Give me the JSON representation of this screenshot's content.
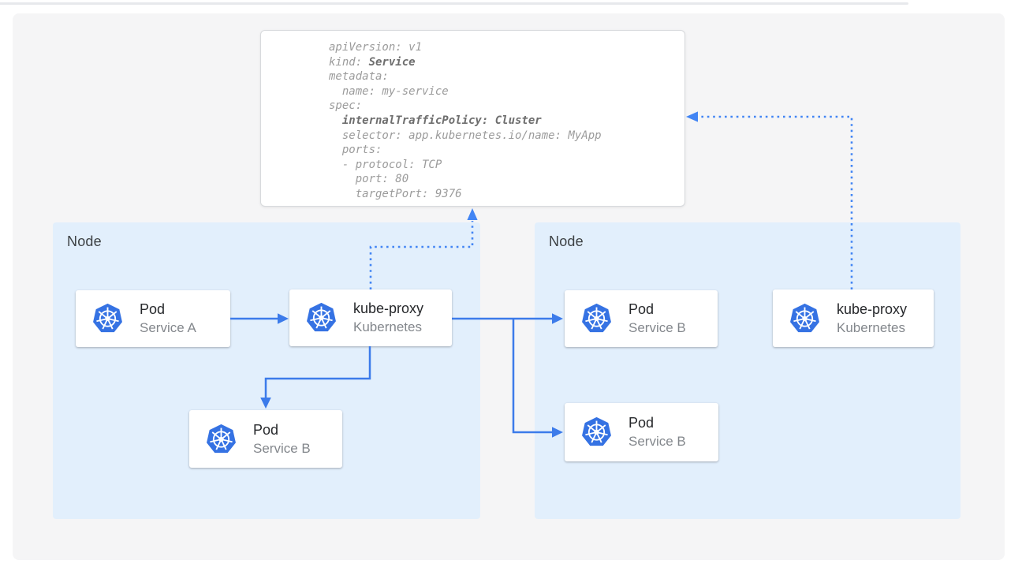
{
  "code_panel": {
    "lines": [
      [
        {
          "t": "apiVersion: v1",
          "b": false
        }
      ],
      [
        {
          "t": "kind: ",
          "b": false
        },
        {
          "t": "Service",
          "b": true
        }
      ],
      [
        {
          "t": "metadata:",
          "b": false
        }
      ],
      [
        {
          "t": "  name: my-service",
          "b": false
        }
      ],
      [
        {
          "t": "spec:",
          "b": false
        }
      ],
      [
        {
          "t": "  ",
          "b": false
        },
        {
          "t": "internalTrafficPolicy: Cluster",
          "b": true
        }
      ],
      [
        {
          "t": "  selector: app.kubernetes.io/name: MyApp",
          "b": false
        }
      ],
      [
        {
          "t": "  ports:",
          "b": false
        }
      ],
      [
        {
          "t": "  - protocol: TCP",
          "b": false
        }
      ],
      [
        {
          "t": "    port: 80",
          "b": false
        }
      ],
      [
        {
          "t": "    targetPort: 9376",
          "b": false
        }
      ]
    ]
  },
  "nodes": [
    {
      "label": "Node",
      "cards": [
        {
          "title": "Pod",
          "subtitle": "Service A"
        },
        {
          "title": "kube-proxy",
          "subtitle": "Kubernetes"
        },
        {
          "title": "Pod",
          "subtitle": "Service B"
        }
      ]
    },
    {
      "label": "Node",
      "cards": [
        {
          "title": "Pod",
          "subtitle": "Service B"
        },
        {
          "title": "Pod",
          "subtitle": "Service B"
        },
        {
          "title": "kube-proxy",
          "subtitle": "Kubernetes"
        }
      ]
    }
  ],
  "connections": [
    {
      "from": "pod-service-a",
      "to": "kube-proxy-node1",
      "style": "solid"
    },
    {
      "from": "kube-proxy-node1",
      "to": "pod-service-b-node1",
      "style": "solid"
    },
    {
      "from": "kube-proxy-node1",
      "to": "pod-service-b-node2-top",
      "style": "solid"
    },
    {
      "from": "kube-proxy-node1",
      "to": "pod-service-b-node2-bottom",
      "style": "solid"
    },
    {
      "from": "kube-proxy-node1",
      "to": "service-yaml-panel",
      "style": "dotted"
    },
    {
      "from": "kube-proxy-node2",
      "to": "service-yaml-panel",
      "style": "dotted"
    }
  ],
  "icons": {
    "kubernetes": "kubernetes-helm-wheel-icon"
  },
  "colors": {
    "panel_bg": "#f5f5f6",
    "node_bg": "#e2effc",
    "arrow_solid": "#3c7bea",
    "arrow_dotted": "#4285f4",
    "kubernetes_blue": "#3572e3",
    "code_text": "#9b9b9b",
    "code_bold_text": "#6e6e6e",
    "card_title_text": "#26282b",
    "card_subtitle_text": "#83878c",
    "node_label_text": "#3c4043"
  }
}
